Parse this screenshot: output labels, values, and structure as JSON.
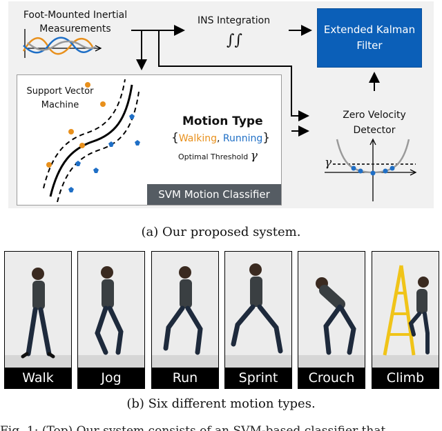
{
  "system": {
    "inputs_label_line1": "Foot-Mounted Inertial",
    "inputs_label_line2": "Measurements",
    "ins_label": "INS Integration",
    "ins_symbol": "∫∫",
    "ekf_line1": "Extended Kalman",
    "ekf_line2": "Filter",
    "svm_line1": "Support Vector",
    "svm_line2": "Machine",
    "motion_type_title": "Motion Type",
    "brace_open": "{",
    "walking": "Walking",
    "comma": ", ",
    "running": "Running",
    "brace_close": "}",
    "threshold_label": "Optimal Threshold",
    "gamma": "γ",
    "svm_classifier_label": "SVM Motion Classifier",
    "zvd_line1": "Zero Velocity",
    "zvd_line2": "Detector",
    "colors": {
      "orange": "#e8901c",
      "blue": "#1f6fc6",
      "ekf": "#0b5fb8",
      "classifier_bar": "#555c63"
    }
  },
  "caption_a": "(a) Our proposed system.",
  "motions": [
    {
      "label": "Walk"
    },
    {
      "label": "Jog"
    },
    {
      "label": "Run"
    },
    {
      "label": "Sprint"
    },
    {
      "label": "Crouch"
    },
    {
      "label": "Climb"
    }
  ],
  "caption_b": "(b) Six different motion types.",
  "footer_partial": "Fig. 1: (Top) Our system consists of an SVM-based classifier that"
}
